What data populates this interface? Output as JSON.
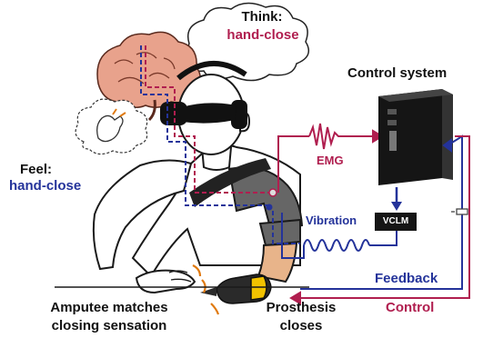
{
  "labels": {
    "think_title": "Think:",
    "think_value": "hand-close",
    "feel_title": "Feel:",
    "feel_value": "hand-close",
    "control_system": "Control system",
    "emg": "EMG",
    "vibration": "Vibration",
    "vclm": "VCLM",
    "feedback": "Feedback",
    "control": "Control",
    "amputee_line1": "Amputee matches",
    "amputee_line2": "closing sensation",
    "prosthesis_line1": "Prosthesis",
    "prosthesis_line2": "closes"
  },
  "colors": {
    "control_red": "#b01e4f",
    "feedback_blue": "#24339a",
    "outline": "#1a1a1a",
    "skin": "#ffffff",
    "prosthesis_gray": "#666666",
    "prosthesis_tan": "#e8b48a",
    "glove_yellow": "#f2c200",
    "brain_pink": "#e8a28c",
    "computer_black": "#151515"
  },
  "icons": {
    "thought_cloud": "thought-cloud-icon",
    "brain": "brain-icon",
    "computer": "computer-tower-icon",
    "plug": "plug-connector-icon"
  }
}
